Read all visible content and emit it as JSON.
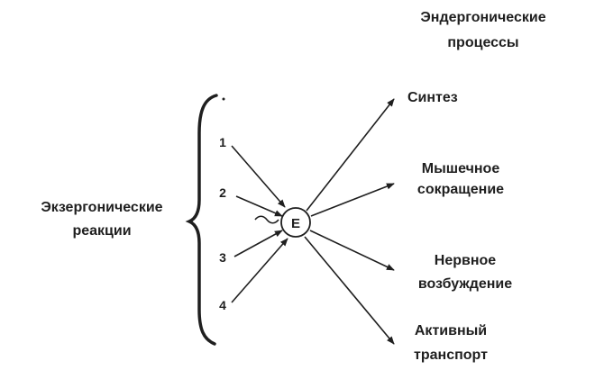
{
  "header": {
    "line1": "Эндергонические",
    "line2": "процессы"
  },
  "left_label": {
    "line1": "Экзергонические",
    "line2": "реакции"
  },
  "center_node": "E",
  "inputs": [
    "1",
    "2",
    "3",
    "4"
  ],
  "outputs": [
    {
      "line1": "Синтез",
      "line2": ""
    },
    {
      "line1": "Мышечное",
      "line2": "сокращение"
    },
    {
      "line1": "Нервное",
      "line2": "возбуждение"
    },
    {
      "line1": "Активный",
      "line2": "транспорт"
    }
  ]
}
